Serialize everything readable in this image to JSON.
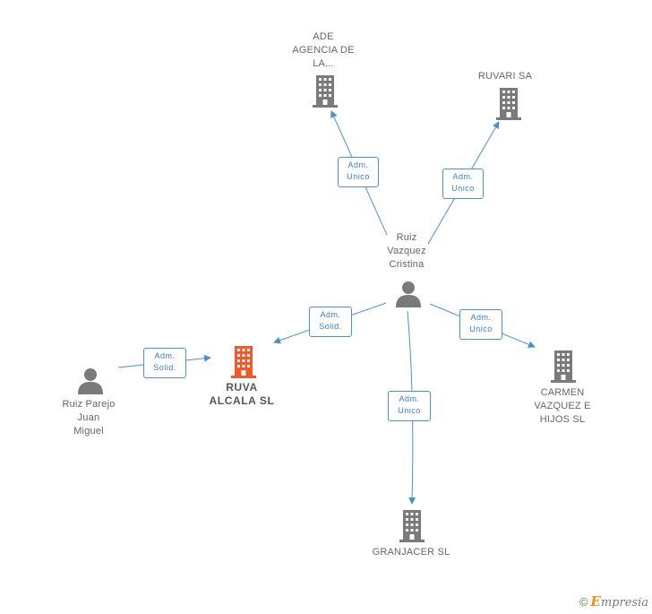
{
  "nodes": {
    "ade": {
      "lines": [
        "ADE",
        "AGENCIA DE",
        "LA..."
      ]
    },
    "ruvari": {
      "lines": [
        "RUVARI SA"
      ]
    },
    "ruiz_vazquez": {
      "lines": [
        "Ruiz",
        "Vazquez",
        "Cristina"
      ]
    },
    "ruva": {
      "lines": [
        "RUVA",
        "ALCALA SL"
      ]
    },
    "ruiz_parejo": {
      "lines": [
        "Ruiz Parejo",
        "Juan",
        "Miguel"
      ]
    },
    "carmen": {
      "lines": [
        "CARMEN",
        "VAZQUEZ E",
        "HIJOS SL"
      ]
    },
    "granjacer": {
      "lines": [
        "GRANJACER SL"
      ]
    }
  },
  "edges": {
    "to_ade": {
      "lines": [
        "Adm.",
        "Unico"
      ]
    },
    "to_ruvari": {
      "lines": [
        "Adm.",
        "Unico"
      ]
    },
    "to_ruva": {
      "lines": [
        "Adm.",
        "Solid."
      ]
    },
    "parejo_to_ruva": {
      "lines": [
        "Adm.",
        "Solid."
      ]
    },
    "to_carmen": {
      "lines": [
        "Adm.",
        "Unico"
      ]
    },
    "to_granjacer": {
      "lines": [
        "Adm.",
        "Unico"
      ]
    }
  },
  "colors": {
    "edge": "#4a90d9",
    "company": "#7a7a7a",
    "company_main": "#f05a2a",
    "person": "#7a7a7a"
  },
  "footer": {
    "copyright": "©",
    "brand_initial": "E",
    "brand_rest": "mpresia"
  }
}
